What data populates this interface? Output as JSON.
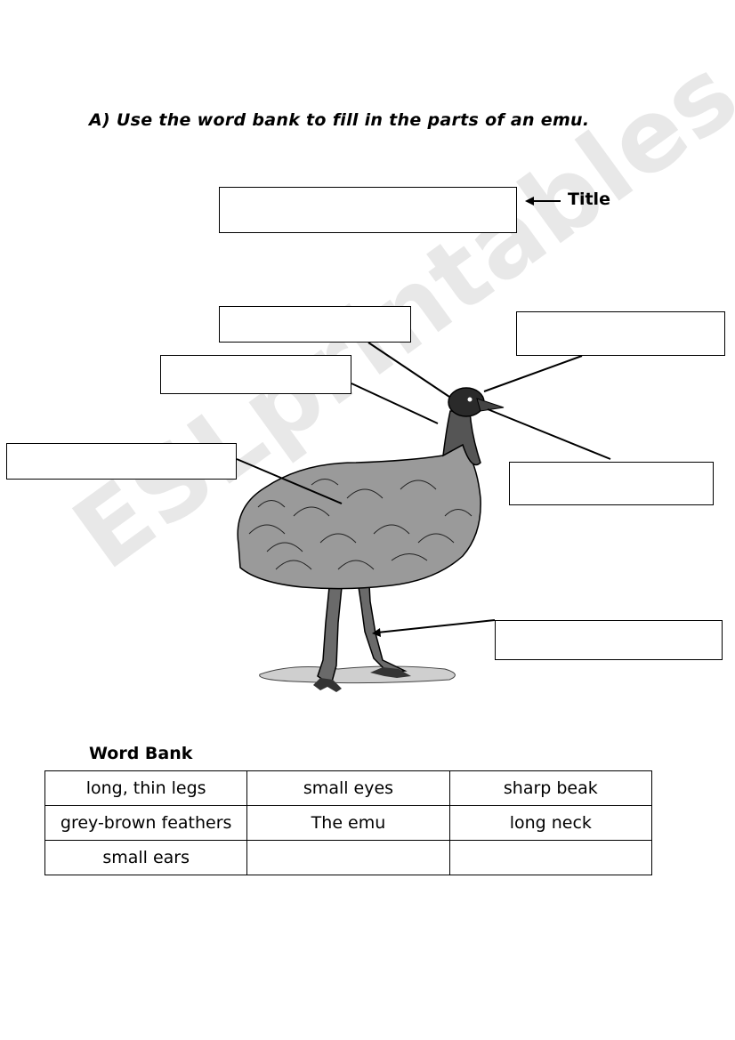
{
  "worksheet": {
    "instruction": "A) Use the word bank to fill in the parts of an emu.",
    "title_label": "Title",
    "watermark": "ESLprintables.com"
  },
  "word_bank": {
    "heading": "Word Bank",
    "rows": [
      [
        "long, thin legs",
        "small eyes",
        "sharp beak"
      ],
      [
        "grey-brown feathers",
        "The emu",
        "long neck"
      ],
      [
        "small ears",
        "",
        ""
      ]
    ]
  },
  "colors": {
    "ink": "#000000",
    "watermark": "rgba(0,0,0,0.09)"
  },
  "icons": {
    "illustration": "emu-illustration",
    "title_pointer": "arrow-left-icon",
    "leg_pointer": "arrow-left-icon"
  }
}
